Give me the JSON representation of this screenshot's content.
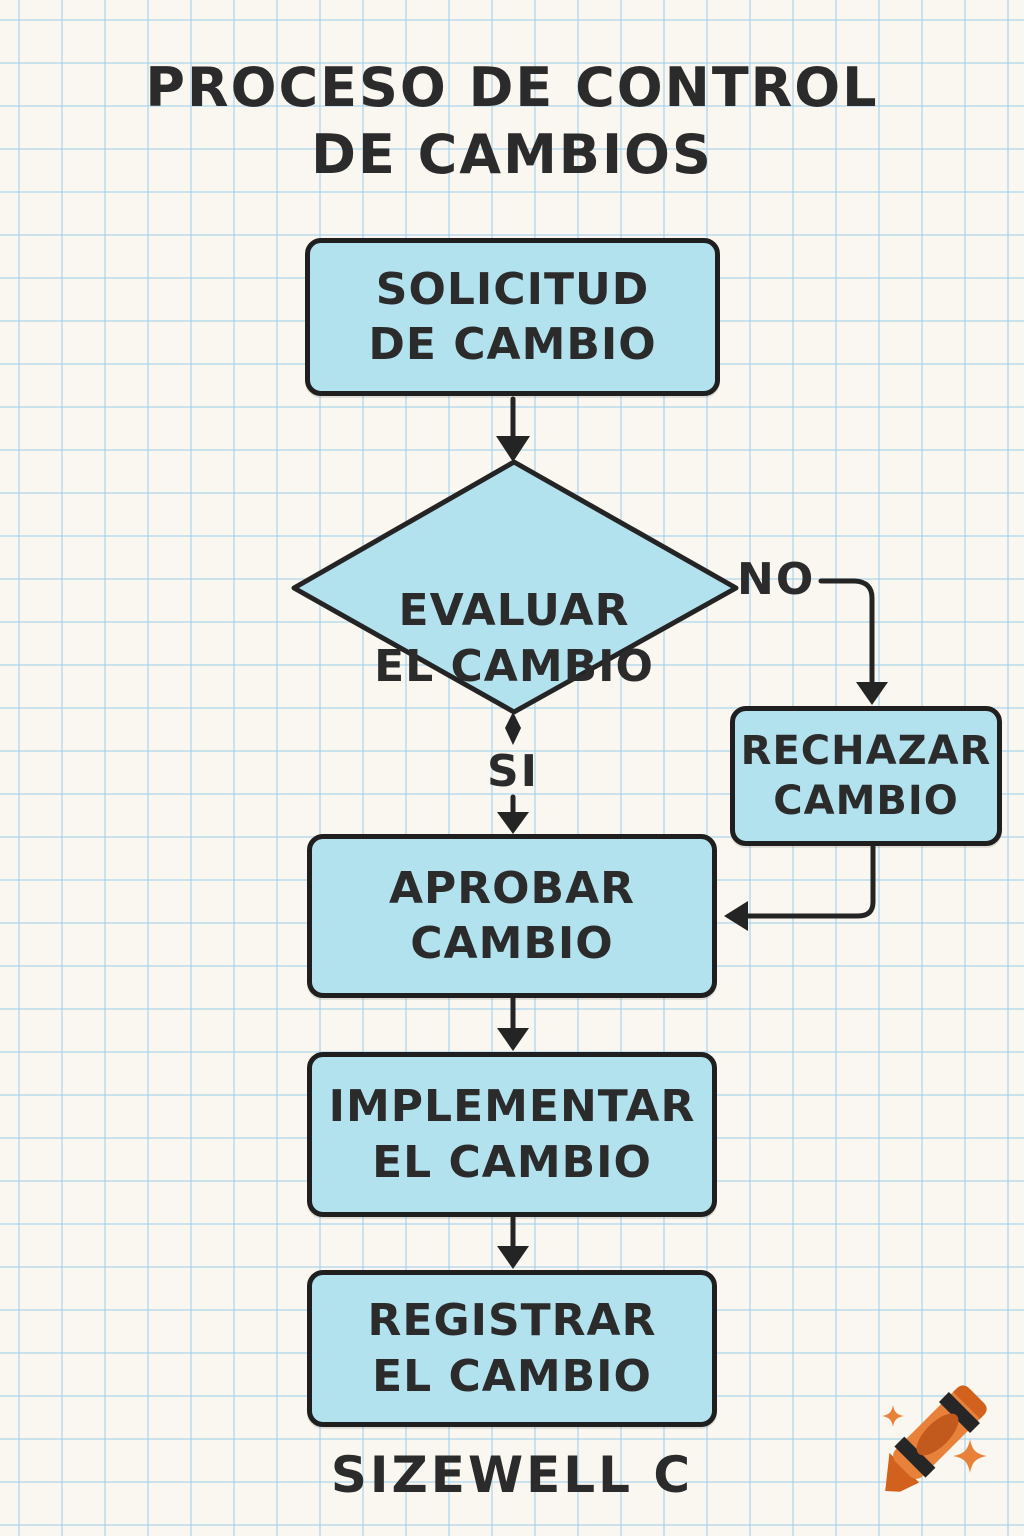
{
  "page": {
    "title": "PROCESO DE CONTROL\nDE CAMBIOS",
    "footer": "SIZEWELL C"
  },
  "colors": {
    "paper": "#faf7f0",
    "grid_line": "#c7e4f3",
    "node_fill": "#b3e2ef",
    "node_border": "#1f1f1f",
    "text": "#2b2b2b",
    "connector": "#242424",
    "crayon_orange": "#e8823a",
    "crayon_dark_orange": "#c2591d",
    "crayon_stripe": "#262626"
  },
  "flowchart": {
    "nodes": [
      {
        "id": "solicitud",
        "type": "process",
        "label": "SOLICITUD\nDE CAMBIO"
      },
      {
        "id": "evaluar",
        "type": "decision",
        "label": "EVALUAR\nEL CAMBIO"
      },
      {
        "id": "rechazar",
        "type": "process",
        "label": "RECHAZAR\nCAMBIO"
      },
      {
        "id": "aprobar",
        "type": "process",
        "label": "APROBAR\nCAMBIO"
      },
      {
        "id": "implementar",
        "type": "process",
        "label": "IMPLEMENTAR\nEL CAMBIO"
      },
      {
        "id": "registrar",
        "type": "process",
        "label": "REGISTRAR\nEL CAMBIO"
      }
    ],
    "edges": [
      {
        "from": "solicitud",
        "to": "evaluar",
        "label": ""
      },
      {
        "from": "evaluar",
        "to": "rechazar",
        "label": "NO"
      },
      {
        "from": "evaluar",
        "to": "aprobar",
        "label": "SI"
      },
      {
        "from": "rechazar",
        "to": "aprobar",
        "label": ""
      },
      {
        "from": "aprobar",
        "to": "implementar",
        "label": ""
      },
      {
        "from": "implementar",
        "to": "registrar",
        "label": ""
      }
    ]
  },
  "watermark": {
    "icon": "crayon-icon",
    "sparkle_count": 2
  }
}
